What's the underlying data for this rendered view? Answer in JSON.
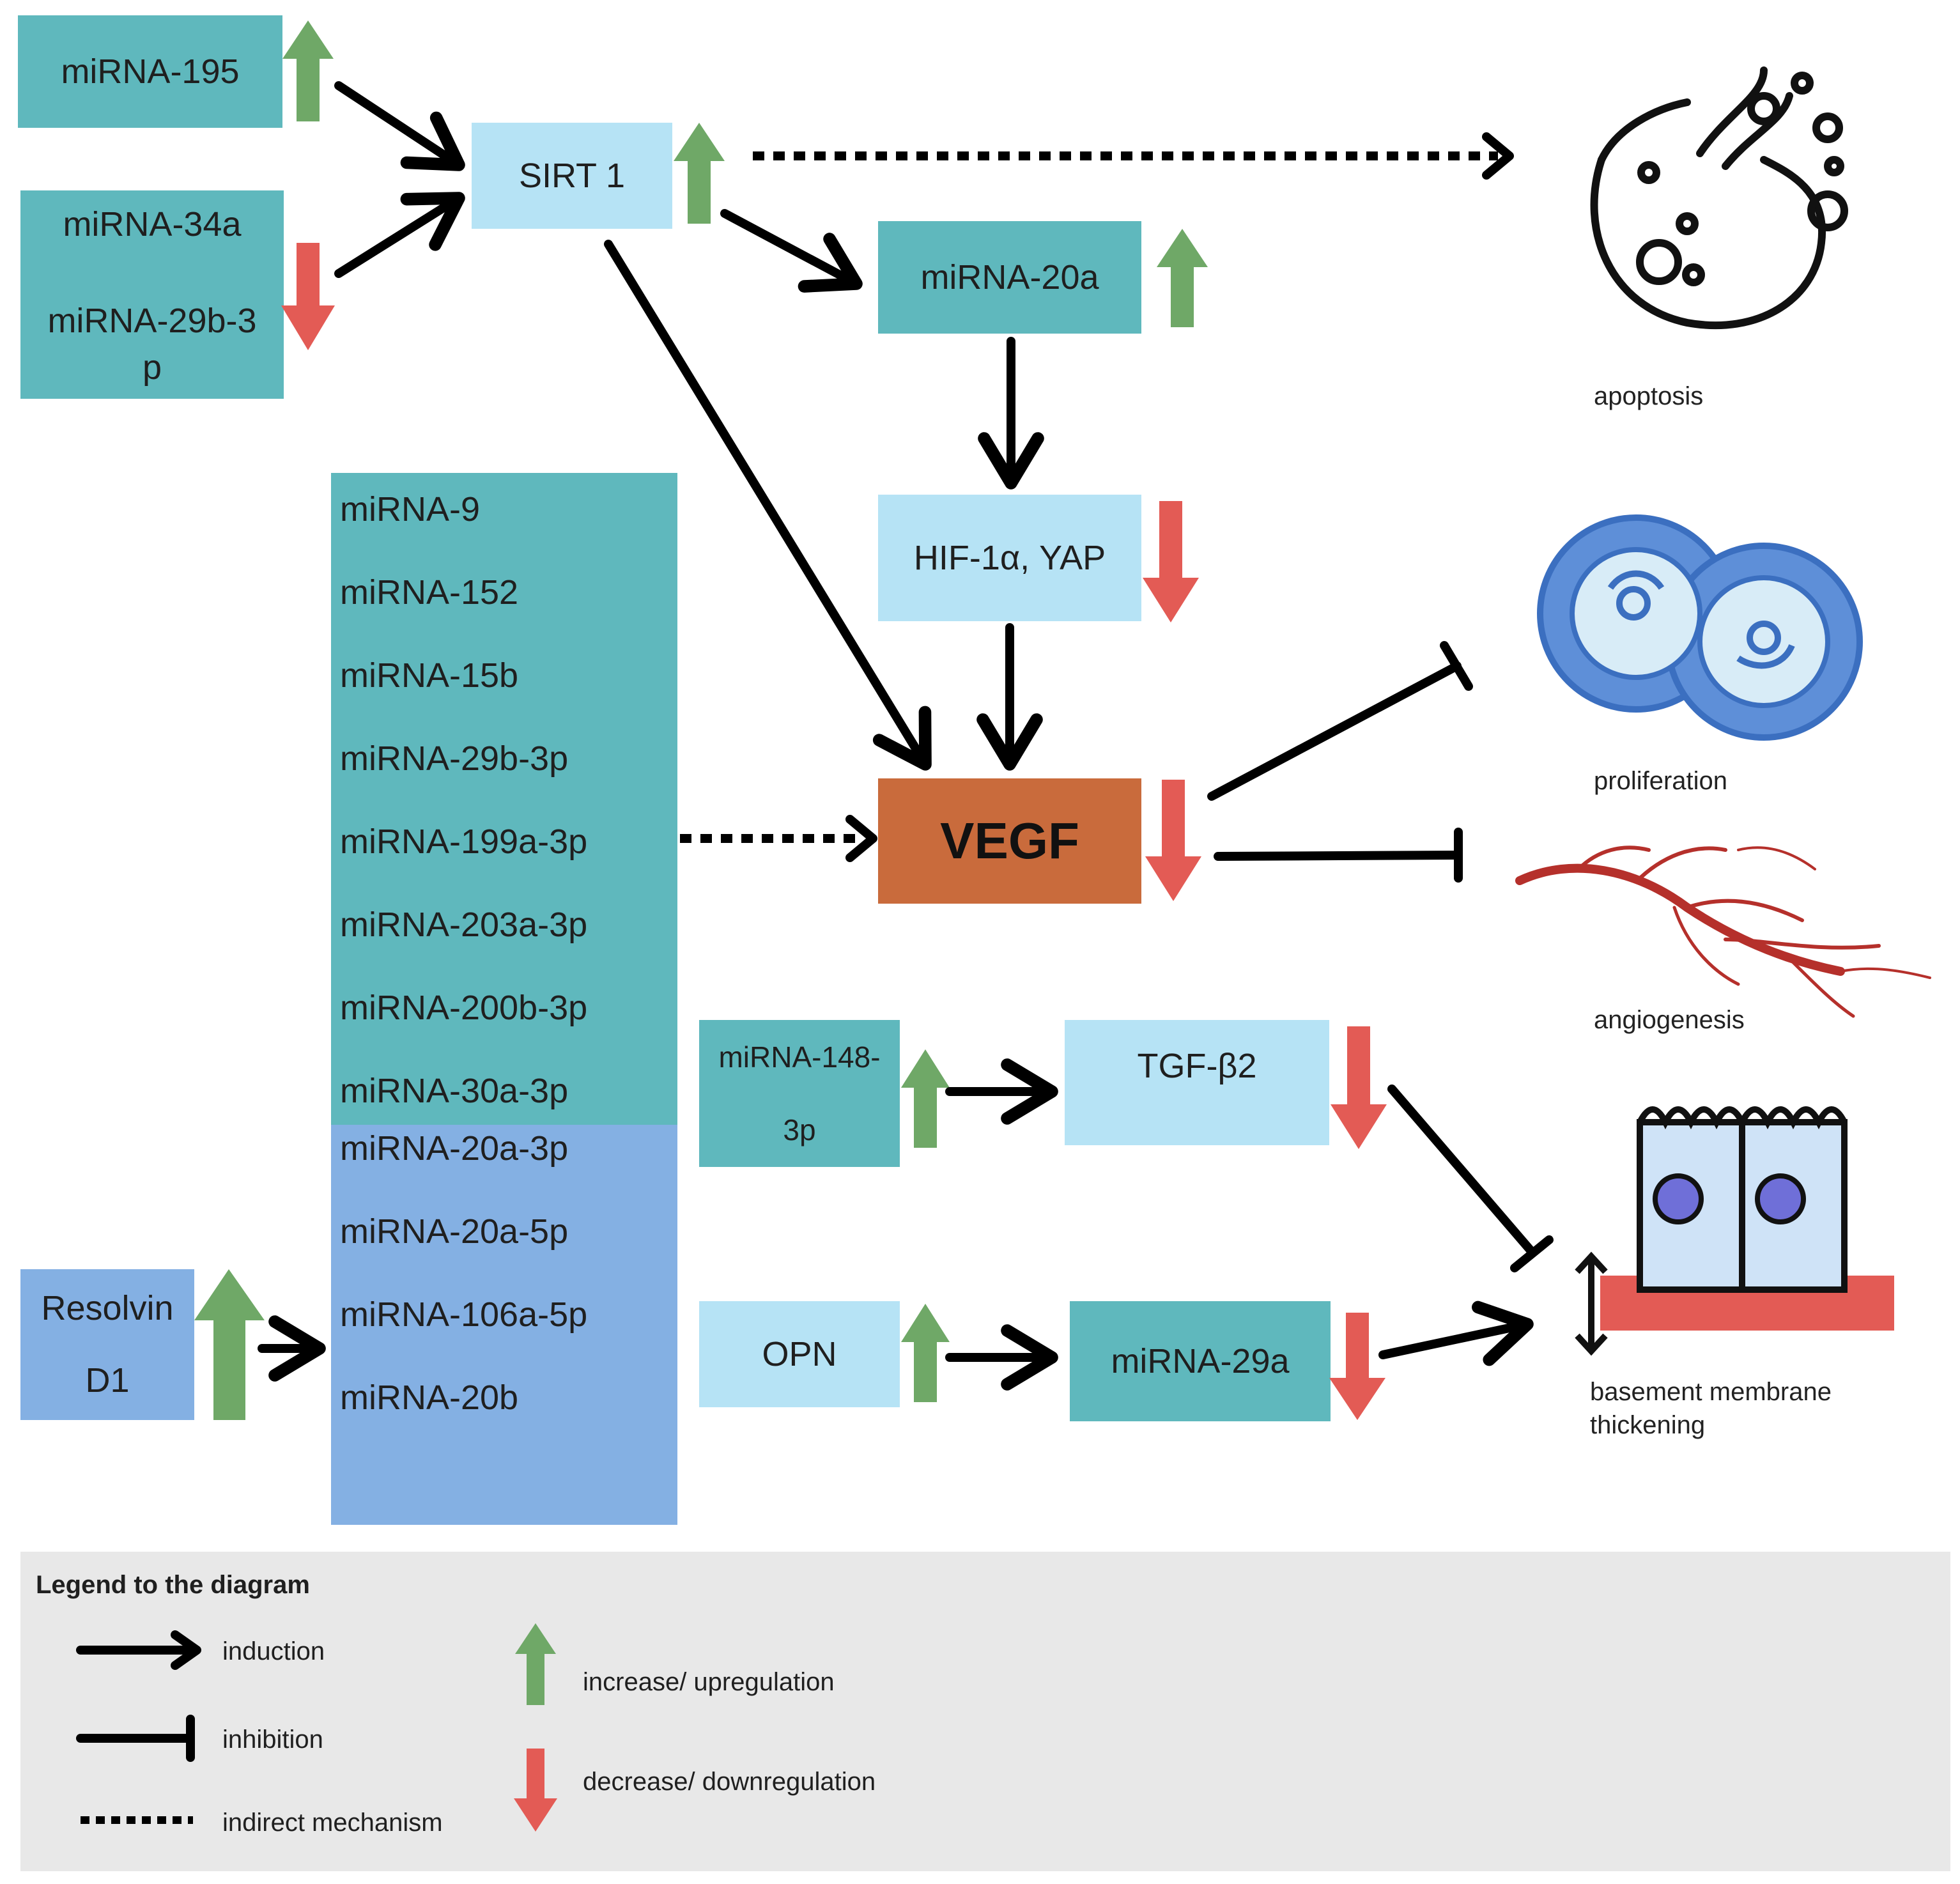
{
  "nodes": {
    "mirna_195": "miRNA-195",
    "mirna_34a": "miRNA-34a",
    "mirna_29b_3p_top": "miRNA-29b-3p",
    "sirt1": "SIRT 1",
    "mirna_20a": "miRNA-20a",
    "hif_yap": "HIF-1α, YAP",
    "vegf": "VEGF",
    "mirna_148_line1": "miRNA-148-",
    "mirna_148_line2": "3p",
    "tgf_b2": "TGF-β2",
    "opn": "OPN",
    "mirna_29a": "miRNA-29a",
    "resolvin_line1": "Resolvin",
    "resolvin_line2": "D1"
  },
  "mirna_list_teal": [
    "miRNA-9",
    "miRNA-152",
    "miRNA-15b",
    "miRNA-29b-3p",
    "miRNA-199a-3p",
    "miRNA-203a-3p",
    "miRNA-200b-3p",
    "miRNA-30a-3p"
  ],
  "mirna_list_blue": [
    "miRNA-20a-3p",
    "miRNA-20a-5p",
    "miRNA-106a-5p",
    "miRNA-20b"
  ],
  "outcomes": {
    "apoptosis": "apoptosis",
    "proliferation": "proliferation",
    "angiogenesis": "angiogenesis",
    "basement_line1": "basement membrane",
    "basement_line2": "thickening"
  },
  "legend": {
    "title": "Legend to the diagram",
    "induction": "induction",
    "inhibition": "inhibition",
    "indirect": "indirect mechanism",
    "increase": "increase/ upregulation",
    "decrease": "decrease/ downregulation"
  },
  "colors": {
    "teal": "#5fb8bd",
    "light_blue": "#b6e3f5",
    "blue": "#84b0e3",
    "vegf_orange": "#c96b3c",
    "up_green": "#6fa867",
    "down_red": "#e35b55"
  }
}
